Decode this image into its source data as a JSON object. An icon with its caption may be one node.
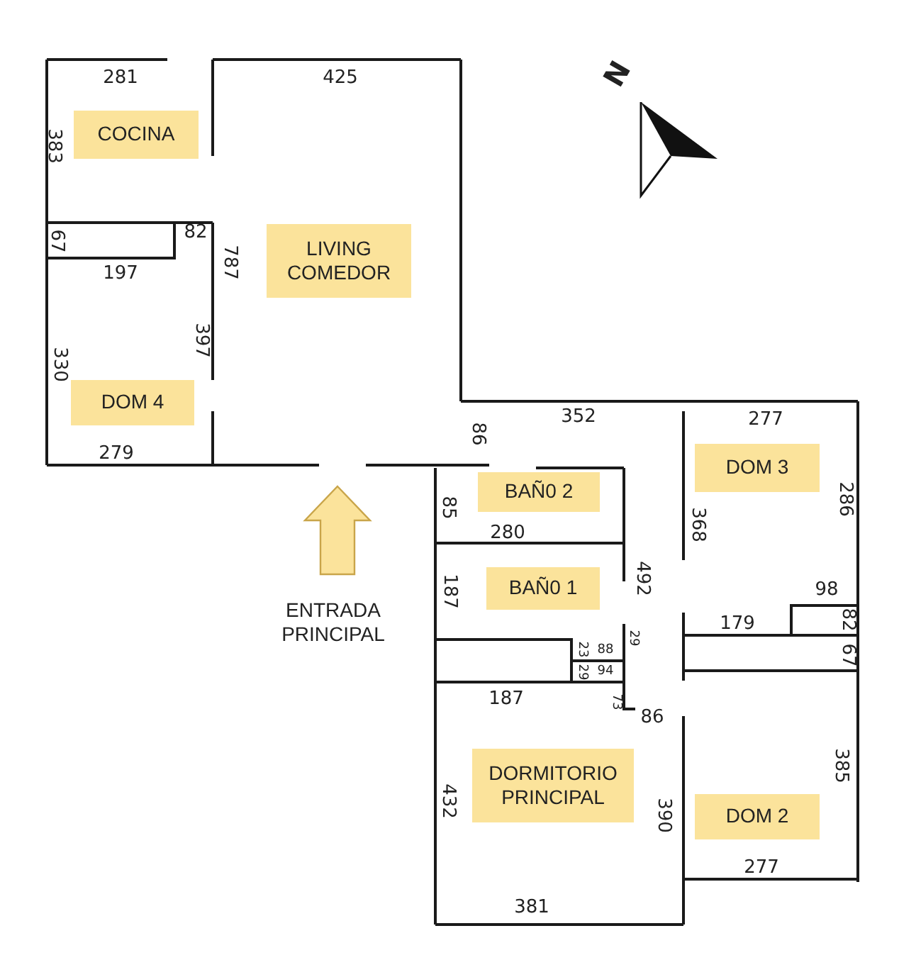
{
  "diagram": {
    "nodes": [
      {
        "text": [
          "COCINA"
        ]
      },
      {
        "text": [
          "LIVING COMEDOR"
        ]
      },
      {
        "text": [
          "DOM 4"
        ]
      },
      {
        "text": [
          "BAÑ0 2"
        ]
      },
      {
        "text": [
          "DOM 3"
        ]
      },
      {
        "text": [
          "BAÑ0 1"
        ]
      },
      {
        "text": [
          "ENTRADA PRINCIPAL"
        ]
      },
      {
        "text": [
          "DORMITORIO PRINCIPAL"
        ]
      },
      {
        "text": [
          "DOM 2"
        ]
      }
    ],
    "labels": [
      "N",
      "281",
      "425",
      "383",
      "82",
      "67",
      "197",
      "787",
      "330",
      "397",
      "279",
      "86",
      "352",
      "277",
      "85",
      "280",
      "368",
      "286",
      "187",
      "492",
      "98",
      "179",
      "82",
      "29",
      "23",
      "88",
      "29",
      "94",
      "67",
      "187",
      "73",
      "86",
      "432",
      "390",
      "385",
      "277",
      "381"
    ]
  }
}
